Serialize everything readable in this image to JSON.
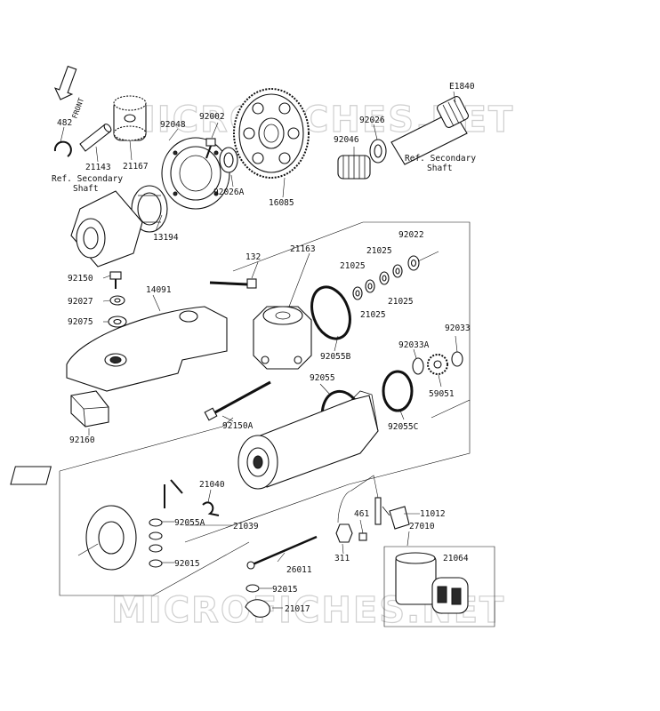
{
  "diagram": {
    "code": "E1840",
    "watermark": "MICROFICHES.NET",
    "front_label": "FRONT",
    "ref_labels": {
      "left": [
        "Ref. Secondary",
        "Shaft"
      ],
      "right": [
        "Ref. Secondary",
        "Shaft"
      ]
    },
    "parts": {
      "p482": "482",
      "p21143": "21143",
      "p21167": "21167",
      "p92048": "92048",
      "p92002": "92002",
      "p92026A": "92026A",
      "p16085": "16085",
      "p92046": "92046",
      "p92026": "92026",
      "p13194": "13194",
      "p132": "132",
      "p21163": "21163",
      "p92022": "92022",
      "p21025a": "21025",
      "p21025b": "21025",
      "p21025c": "21025",
      "p21025d": "21025",
      "p92150": "92150",
      "p92027": "92027",
      "p14091": "14091",
      "p92075": "92075",
      "p92055B": "92055B",
      "p92033A": "92033A",
      "p92033": "92033",
      "p59051": "59051",
      "p92055": "92055",
      "p92055C": "92055C",
      "p92150A": "92150A",
      "p92160": "92160",
      "p21040": "21040",
      "p92055A": "92055A",
      "p21039": "21039",
      "p92015a": "92015",
      "p461": "461",
      "p11012": "11012",
      "p27010": "27010",
      "p311": "311",
      "p26011": "26011",
      "p21064": "21064",
      "p92015b": "92015",
      "p21017": "21017"
    }
  }
}
